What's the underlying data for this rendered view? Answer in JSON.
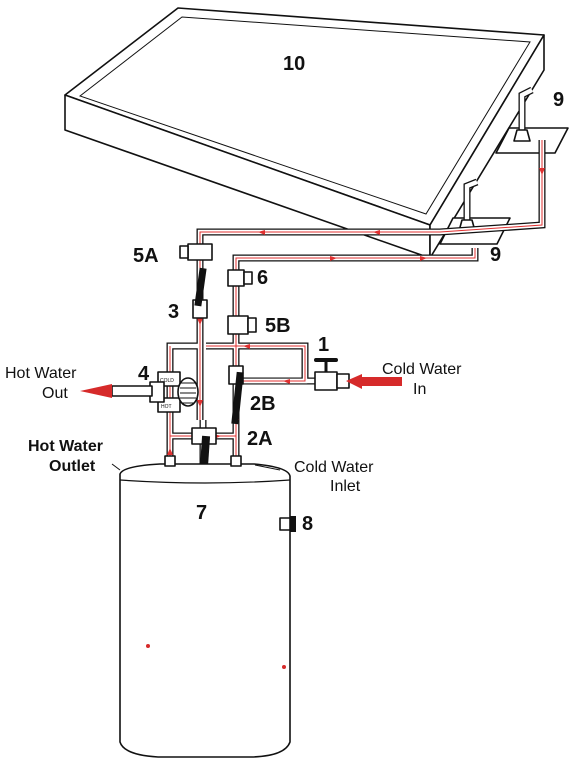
{
  "colors": {
    "accent_red": "#d62a2a",
    "flow_red": "#e03030",
    "line": "#111111"
  },
  "labels": {
    "collector": "10",
    "collector_outlet_mount": "9",
    "collector_inlet_mount": "9",
    "valve_5a": "5A",
    "valve_6": "6",
    "valve_3": "3",
    "valve_5b": "5B",
    "valve_1": "1",
    "valve_4": "4",
    "valve_2b": "2B",
    "valve_2a": "2A",
    "tank": "7",
    "tank_fitting": "8",
    "hot_water_out_line1": "Hot Water",
    "hot_water_out_line2": "Out",
    "cold_water_in_line1": "Cold Water",
    "cold_water_in_line2": "In",
    "hot_water_outlet_line1": "Hot Water",
    "hot_water_outlet_line2": "Outlet",
    "cold_water_inlet_line1": "Cold Water",
    "cold_water_inlet_line2": "Inlet",
    "mixing_valve_cold": "COLD",
    "mixing_valve_hot": "HOT"
  }
}
